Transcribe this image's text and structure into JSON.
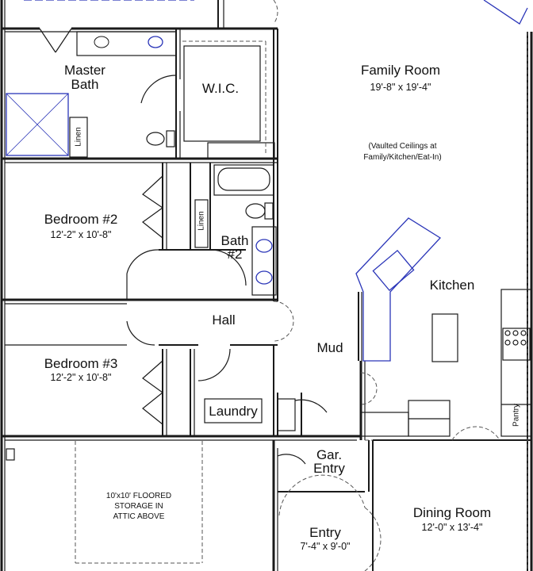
{
  "plan": {
    "family_room": {
      "name": "Family Room",
      "dims": "19'-8\" x 19'-4\""
    },
    "vaulted_note": {
      "line1": "(Vaulted Ceilings at",
      "line2": "Family/Kitchen/Eat-In)"
    },
    "master_bath": {
      "line1": "Master",
      "line2": "Bath"
    },
    "wic": "W.I.C.",
    "linen_master": "Linen",
    "bedroom2": {
      "name": "Bedroom #2",
      "dims": "12'-2\" x 10'-8\""
    },
    "linen_bath2": "Linen",
    "bath2": {
      "line1": "Bath",
      "line2": "#2"
    },
    "kitchen": "Kitchen",
    "hall": "Hall",
    "mud": "Mud",
    "bedroom3": {
      "name": "Bedroom #3",
      "dims": "12'-2\" x 10'-8\""
    },
    "laundry": "Laundry",
    "pantry": "Pantry",
    "gar_entry": {
      "line1": "Gar.",
      "line2": "Entry"
    },
    "storage_note": {
      "line1": "10'x10' FLOORED",
      "line2": "STORAGE IN",
      "line3": "ATTIC ABOVE"
    },
    "entry": {
      "name": "Entry",
      "dims": "7'-4\" x 9'-0\""
    },
    "dining_room": {
      "name": "Dining Room",
      "dims": "12'-0\" x 13'-4\""
    }
  },
  "colors": {
    "wall": "#1a1a1a",
    "fixture_blue": "#2a35b8",
    "dashed": "#555555"
  }
}
